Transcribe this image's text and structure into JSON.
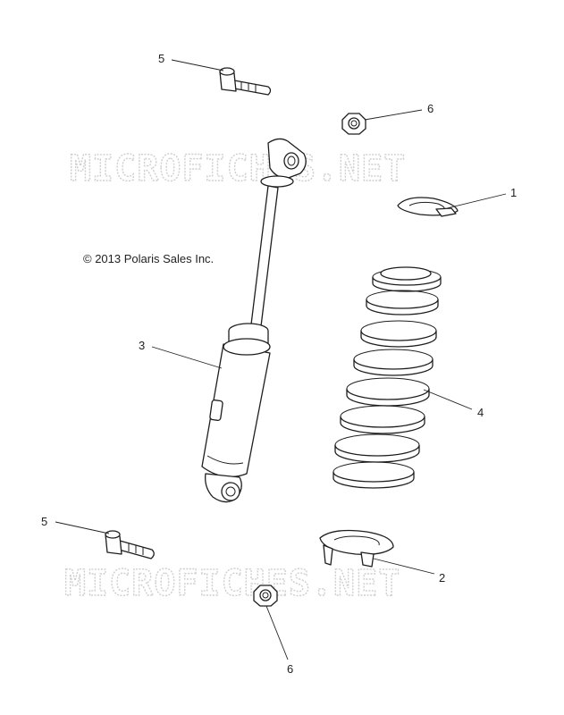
{
  "copyright": "© 2013 Polaris Sales Inc.",
  "watermarks": [
    "MICROFICHES.NET",
    "MICROFICHES.NET"
  ],
  "callouts": {
    "c1": "1",
    "c2": "2",
    "c3": "3",
    "c4": "4",
    "c5a": "5",
    "c5b": "5",
    "c6a": "6",
    "c6b": "6"
  },
  "parts": [
    {
      "ref": "1",
      "name": "spring-retainer-upper"
    },
    {
      "ref": "2",
      "name": "spring-seat-lower"
    },
    {
      "ref": "3",
      "name": "shock-absorber"
    },
    {
      "ref": "4",
      "name": "coil-spring"
    },
    {
      "ref": "5",
      "name": "bolt"
    },
    {
      "ref": "6",
      "name": "flange-nut"
    }
  ]
}
